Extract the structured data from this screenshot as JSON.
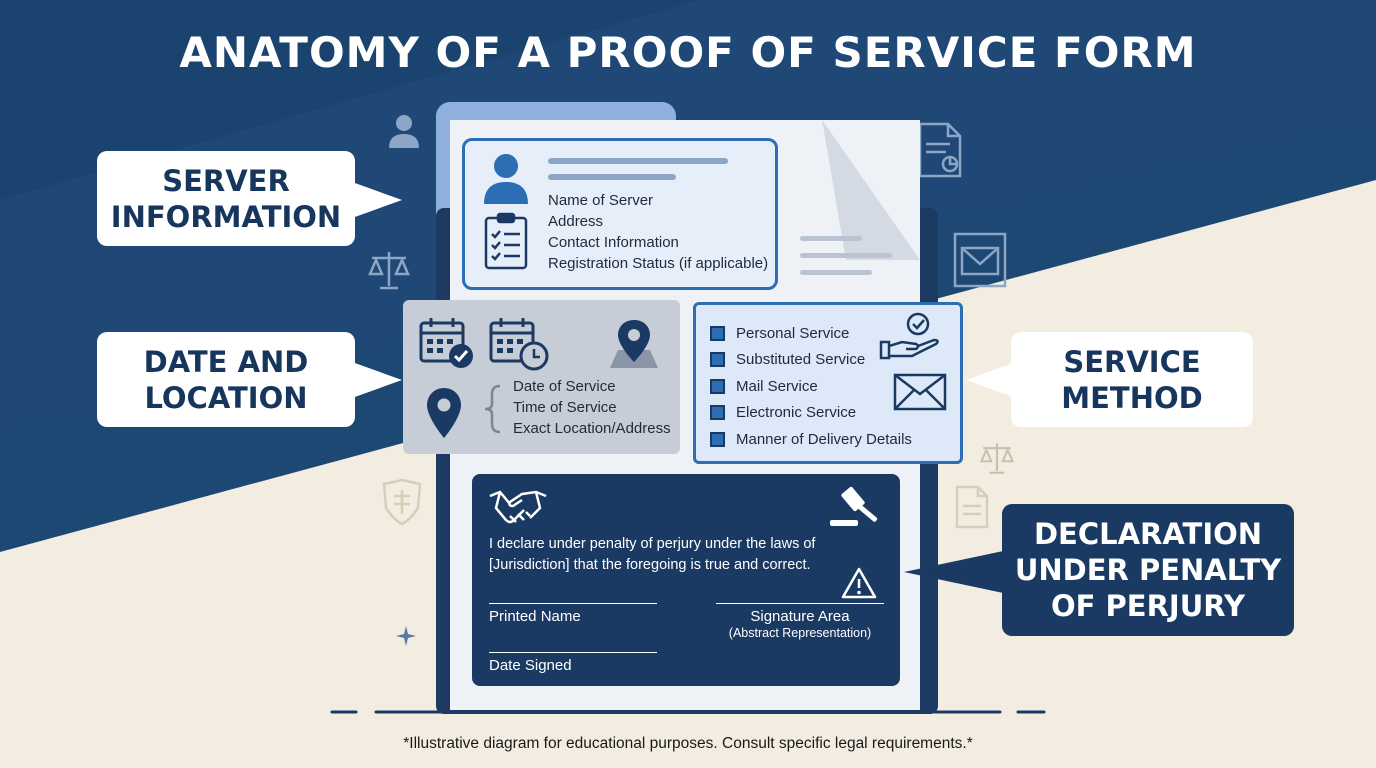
{
  "title": "ANATOMY OF A PROOF OF SERVICE FORM",
  "callouts": {
    "server": [
      "SERVER",
      "INFORMATION"
    ],
    "date": [
      "DATE AND",
      "LOCATION"
    ],
    "method": [
      "SERVICE",
      "METHOD"
    ],
    "declaration": [
      "DECLARATION",
      "UNDER PENALTY",
      "OF PERJURY"
    ]
  },
  "server_info": {
    "icon_primary": "person-icon",
    "icon_secondary": "clipboard-checklist-icon",
    "fields": [
      "Name of Server",
      "Address",
      "Contact Information",
      "Registration Status (if applicable)"
    ]
  },
  "date_location": {
    "icons": [
      "calendar-check-icon",
      "calendar-clock-icon",
      "map-location-icon",
      "location-pin-icon"
    ],
    "fields": [
      "Date of Service",
      "Time of Service",
      "Exact Location/Address"
    ]
  },
  "service_method": {
    "icons": [
      "hand-check-icon",
      "envelope-icon"
    ],
    "options": [
      "Personal Service",
      "Substituted Service",
      "Mail Service",
      "Electronic Service",
      "Manner of Delivery Details"
    ]
  },
  "declaration": {
    "icons": [
      "handshake-icon",
      "gavel-icon",
      "warning-icon"
    ],
    "text_line1": "I declare under penalty of perjury under the laws of",
    "text_line2": "[Jurisdiction] that the foregoing is true and correct.",
    "printed_name_label": "Printed Name",
    "signature_label": "Signature Area",
    "signature_sub": "(Abstract Representation)",
    "date_signed_label": "Date Signed"
  },
  "decorative_icons": [
    "user-icon",
    "scales-of-justice-icon",
    "document-chart-icon",
    "mail-icon",
    "shield-document-icon",
    "sparkle-icon"
  ],
  "footnote": "*Illustrative diagram for educational purposes. Consult specific legal requirements.*",
  "colors": {
    "navy": "#1b3a63",
    "accent_blue": "#2c6db3",
    "cream": "#f3ece0",
    "white": "#ffffff"
  }
}
